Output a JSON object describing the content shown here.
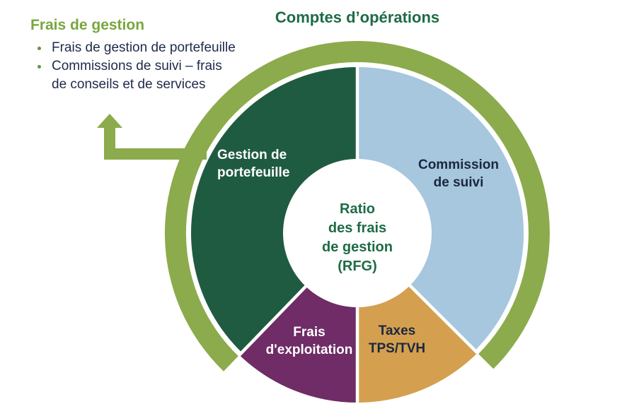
{
  "page": {
    "background": "#ffffff"
  },
  "title": {
    "text": "Comptes d’opérations",
    "color": "#1e6b45"
  },
  "callout": {
    "heading": "Frais de gestion",
    "heading_color": "#77a73d",
    "bullets": [
      "Frais de gestion de portefeuille",
      "Commissions de suivi – frais de conseils et de services"
    ],
    "arrow_color": "#8cab4c"
  },
  "chart_data": {
    "type": "pie",
    "variant": "donut-infographic",
    "title": "Comptes d’opérations",
    "values_shown": false,
    "center_label": "Ratio des frais de gestion (RFG)",
    "center_label_lines": [
      "Ratio",
      "des frais",
      "de gestion",
      "(RFG)"
    ],
    "center_label_color": "#1e6b45",
    "outer_ring": {
      "color": "#8cab4c",
      "covers_segments": [
        "Gestion de portefeuille",
        "Commission de suivi"
      ],
      "gap_start_angle": 135,
      "gap_end_angle": 224
    },
    "segments": [
      {
        "label": "Gestion de portefeuille",
        "color": "#1f5b41",
        "label_color": "#ffffff",
        "start_angle": 224,
        "end_angle": 360
      },
      {
        "label": "Commission de suivi",
        "color": "#a6c7dd",
        "label_color": "#1b2740",
        "start_angle": 0,
        "end_angle": 135
      },
      {
        "label": "Taxes TPS/TVH",
        "color": "#d4a04f",
        "label_color": "#1b2740",
        "start_angle": 135,
        "end_angle": 180
      },
      {
        "label": "Frais d'exploitation",
        "color": "#6f2c66",
        "label_color": "#ffffff",
        "start_angle": 180,
        "end_angle": 224
      }
    ]
  }
}
